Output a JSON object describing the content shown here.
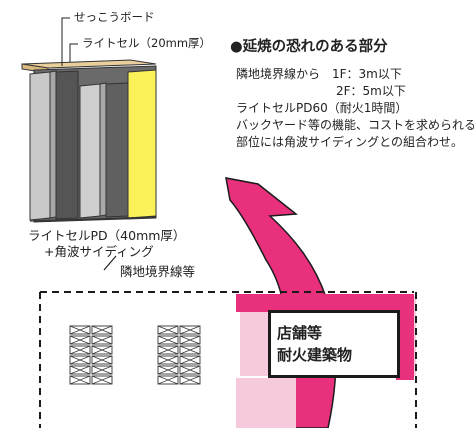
{
  "labels": {
    "gypsum_board": "せっこうボード",
    "light_cell": "ライトセル（20mm厚）",
    "panel_caption_line1": "ライトセルPD（40mm厚）",
    "panel_caption_line2": "+角波サイディング",
    "boundary_label": "隣地境界線等"
  },
  "section": {
    "heading": "●延焼の恐れのある部分",
    "lines": [
      "隣地境界線から　1F：3m以下",
      "2F：5m以下",
      "ライトセルPD60（耐火1時間）",
      "バックヤード等の機能、コストを求められる",
      "部位には角波サイディングとの組合わせ。"
    ]
  },
  "building": {
    "line1": "店舗等",
    "line2": "耐火建築物"
  },
  "colors": {
    "accent_pink": "#e8307c",
    "light_pink": "#f7c9dd",
    "panel_yellow": "#fbf25a",
    "panel_dark_gray": "#555555",
    "panel_light_gray": "#c8c8c8",
    "board_tan": "#e9cf9c"
  }
}
